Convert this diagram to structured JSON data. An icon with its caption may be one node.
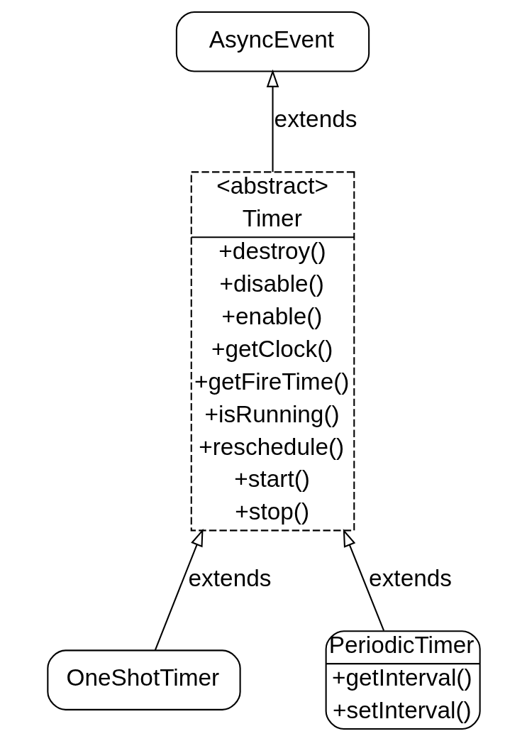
{
  "diagram": {
    "nodes": [
      {
        "text": [
          "AsyncEvent"
        ]
      },
      {
        "text": [
          "<abstract>",
          "Timer",
          "+destroy()",
          "+disable()",
          "+enable()",
          "+getClock()",
          "+getFireTime()",
          "+isRunning()",
          "+reschedule()",
          "+start()",
          "+stop()"
        ]
      },
      {
        "text": [
          "OneShotTimer"
        ]
      },
      {
        "text": [
          "PeriodicTimer",
          "+getInterval()",
          "+setInterval()"
        ]
      }
    ],
    "edges": [
      {
        "from": 1,
        "to": 0,
        "arrow": "to",
        "label": "extends"
      },
      {
        "from": 2,
        "to": 1,
        "arrow": "to",
        "label": "extends"
      },
      {
        "from": 3,
        "to": 1,
        "arrow": "to",
        "label": "extends"
      }
    ]
  }
}
